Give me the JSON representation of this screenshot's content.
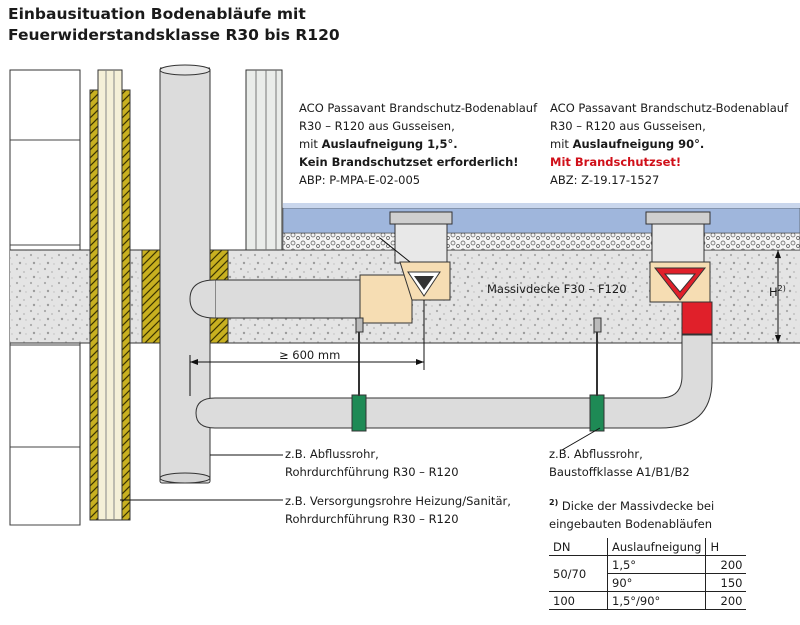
{
  "title": {
    "line1": "Einbausituation Bodenabläufe mit",
    "line2": "Feuerwiderstandsklasse R30 bis R120"
  },
  "left_drain": {
    "line1": "ACO Passavant Brandschutz-Bodenablauf",
    "line2": "R30 – R120 aus Gusseisen,",
    "line3_prefix": "mit ",
    "line3_bold": "Auslaufneigung 1,5°.",
    "line4": "Kein Brandschutzset erforderlich!",
    "line5": "ABP: P-MPA-E-02-005"
  },
  "right_drain": {
    "line1": "ACO Passavant Brandschutz-Bodenablauf",
    "line2": "R30 – R120 aus Gusseisen,",
    "line3_prefix": "mit ",
    "line3_bold": "Auslaufneigung 90°.",
    "line4": "Mit Brandschutzset!",
    "line5": "ABZ: Z-19.17-1527"
  },
  "slab_label": "Massivdecke F30 – F120",
  "dimension_label": "≥ 600 mm",
  "height_label": "H",
  "height_sup": "2)",
  "pipe_left": {
    "line1": "z.B. Abflussrohr,",
    "line2": "Rohrdurchführung R30 – R120"
  },
  "pipe_right": {
    "line1": "z.B. Abflussrohr,",
    "line2": "Baustoffklasse A1/B1/B2"
  },
  "supply_pipe": {
    "line1": "z.B. Versorgungsrohre Heizung/Sanitär,",
    "line2": "Rohrdurchführung R30 – R120"
  },
  "footnote": {
    "marker": "2)",
    "line1": "Dicke der Massivdecke bei",
    "line2": "eingebauten Bodenabläufen"
  },
  "table": {
    "headers": [
      "DN",
      "Auslaufneigung",
      "H"
    ],
    "rows": [
      {
        "dn": "50/70",
        "slope": "1,5°",
        "h": "200"
      },
      {
        "dn": "",
        "slope": "90°",
        "h": "150"
      },
      {
        "dn": "100",
        "slope": "1,5°/90°",
        "h": "200"
      }
    ]
  },
  "colors": {
    "concrete": "#e2e2e2",
    "pipe": "#dcdcdc",
    "insulation": "#c9b21f",
    "screed_blue": "#9fb6dc",
    "drain_body": "#f6ddb3",
    "fire_set": "#e0202a"
  }
}
